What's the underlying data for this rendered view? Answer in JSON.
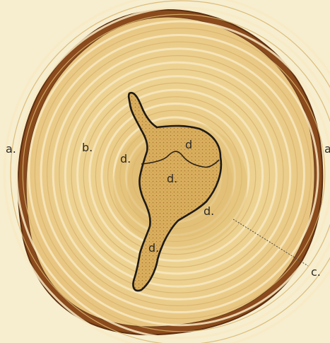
{
  "labels": {
    "a_left": "a.",
    "a_right": "a",
    "b": "b.",
    "c": "c.",
    "d_left": "d.",
    "d_top": "d",
    "d_center": "d.",
    "d_right": "d.",
    "d_bottom": "d."
  },
  "colors": {
    "background": "#f6eecf",
    "bark": "#8a4a1c",
    "wood": "#ebcc8a",
    "ring": "#f7e6bb",
    "rot": "#d8ad5a",
    "outline": "#1e1a16",
    "label": "#2d2a26"
  }
}
